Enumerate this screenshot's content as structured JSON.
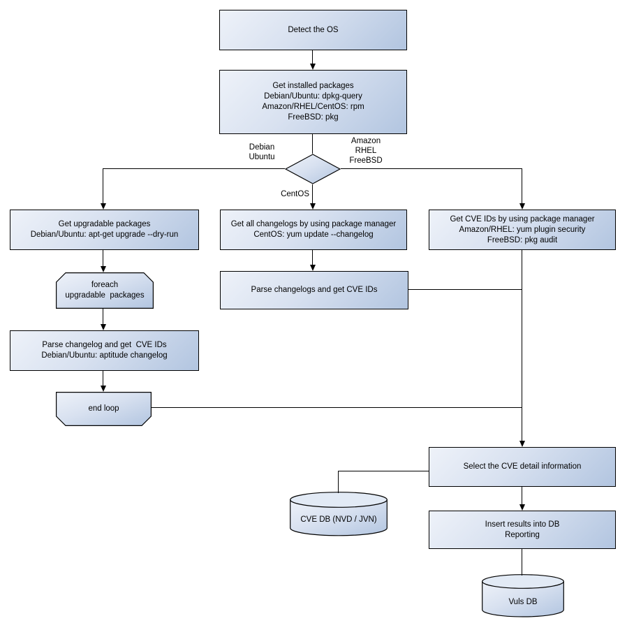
{
  "colors": {
    "node_fill_light": "#eef2f9",
    "node_fill_dark": "#b2c5e0",
    "cylinder_top": "#e2eaf5",
    "stroke": "#000000",
    "background": "#ffffff"
  },
  "nodes": {
    "detect_os": {
      "lines": [
        "Detect the OS"
      ]
    },
    "get_installed_packages": {
      "lines": [
        "Get installed packages",
        "Debian/Ubuntu: dpkg-query",
        "Amazon/RHEL/CentOS: rpm",
        "FreeBSD: pkg"
      ]
    },
    "get_upgradable_packages": {
      "lines": [
        "Get upgradable packages",
        "Debian/Ubuntu: apt-get upgrade --dry-run"
      ]
    },
    "foreach_loop": {
      "lines": [
        "foreach",
        "upgradable  packages"
      ]
    },
    "parse_changelog_left": {
      "lines": [
        "Parse changelog and get  CVE IDs",
        "Debian/Ubuntu: aptitude changelog"
      ]
    },
    "end_loop": {
      "lines": [
        "end loop"
      ]
    },
    "get_all_changelogs": {
      "lines": [
        "Get all changelogs by using package manager",
        "CentOS: yum update --changelog"
      ]
    },
    "parse_changelogs_mid": {
      "lines": [
        "Parse changelogs and get CVE IDs"
      ]
    },
    "get_cve_ids": {
      "lines": [
        "Get CVE IDs by using package manager",
        "Amazon/RHEL: yum plugin security",
        "FreeBSD: pkg audit"
      ]
    },
    "select_cve_detail": {
      "lines": [
        "Select the CVE detail information"
      ]
    },
    "insert_results": {
      "lines": [
        "Insert results into DB",
        "Reporting"
      ]
    },
    "cve_db": {
      "lines": [
        "CVE DB (NVD / JVN)"
      ]
    },
    "vuls_db": {
      "lines": [
        "Vuls DB"
      ]
    }
  },
  "edge_labels": {
    "debian_branch": [
      "Debian",
      "Ubuntu"
    ],
    "amazon_branch": [
      "Amazon",
      "RHEL",
      "FreeBSD"
    ],
    "centos_branch": "CentOS"
  }
}
